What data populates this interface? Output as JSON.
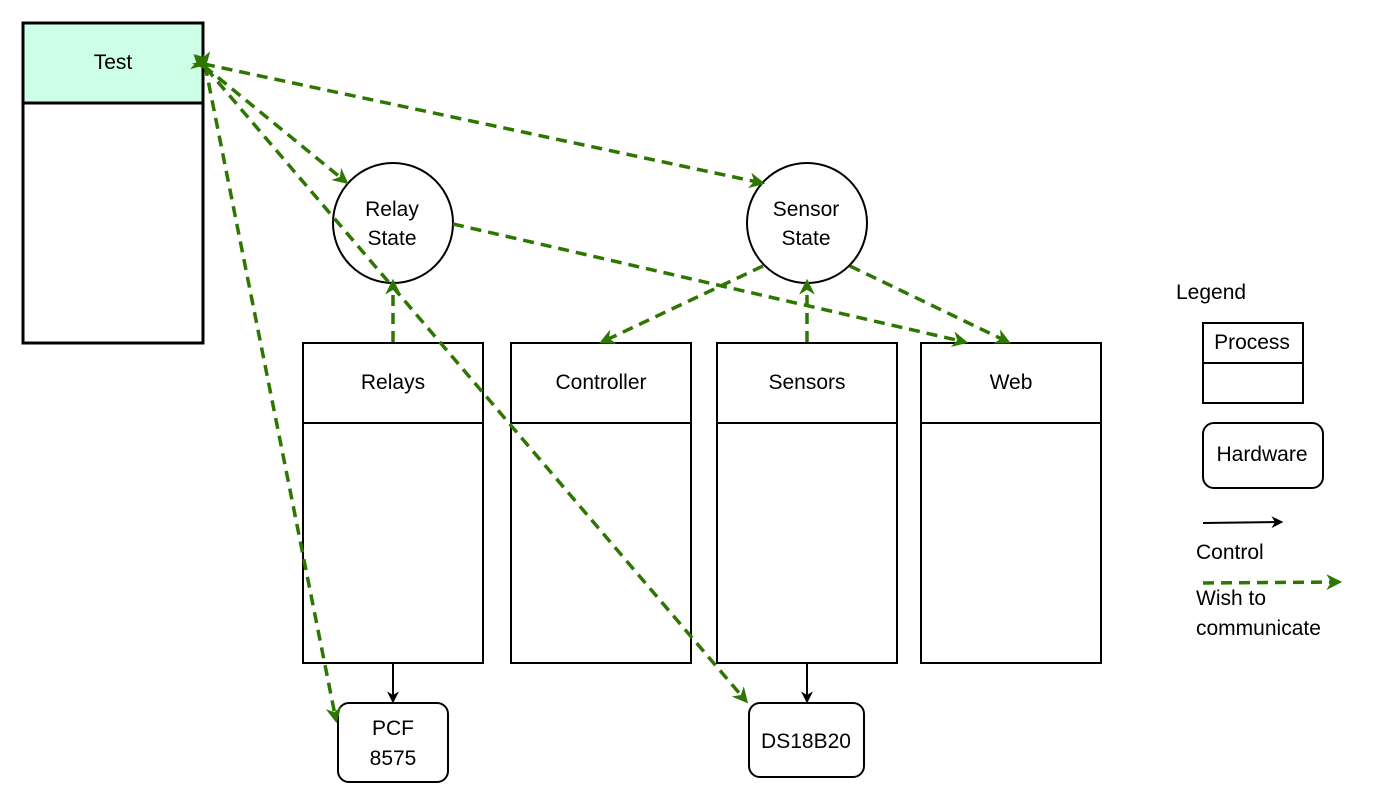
{
  "processes": {
    "test": {
      "title": "Test"
    },
    "relays": {
      "title": "Relays"
    },
    "controller": {
      "title": "Controller"
    },
    "sensors": {
      "title": "Sensors"
    },
    "web": {
      "title": "Web"
    }
  },
  "states": {
    "relay": {
      "line1": "Relay",
      "line2": "State"
    },
    "sensor": {
      "line1": "Sensor",
      "line2": "State"
    }
  },
  "hardware": {
    "pcf": {
      "line1": "PCF",
      "line2": "8575"
    },
    "ds18b20": {
      "label": "DS18B20"
    }
  },
  "legend": {
    "title": "Legend",
    "process_label": "Process",
    "hardware_label": "Hardware",
    "control_label": "Control",
    "communicate_line1": "Wish to",
    "communicate_line2": "communicate"
  },
  "colors": {
    "test_header_fill": "#ccffe6",
    "communicate_arrow": "#2d7600",
    "control_arrow": "#000000",
    "stroke": "#000000"
  }
}
